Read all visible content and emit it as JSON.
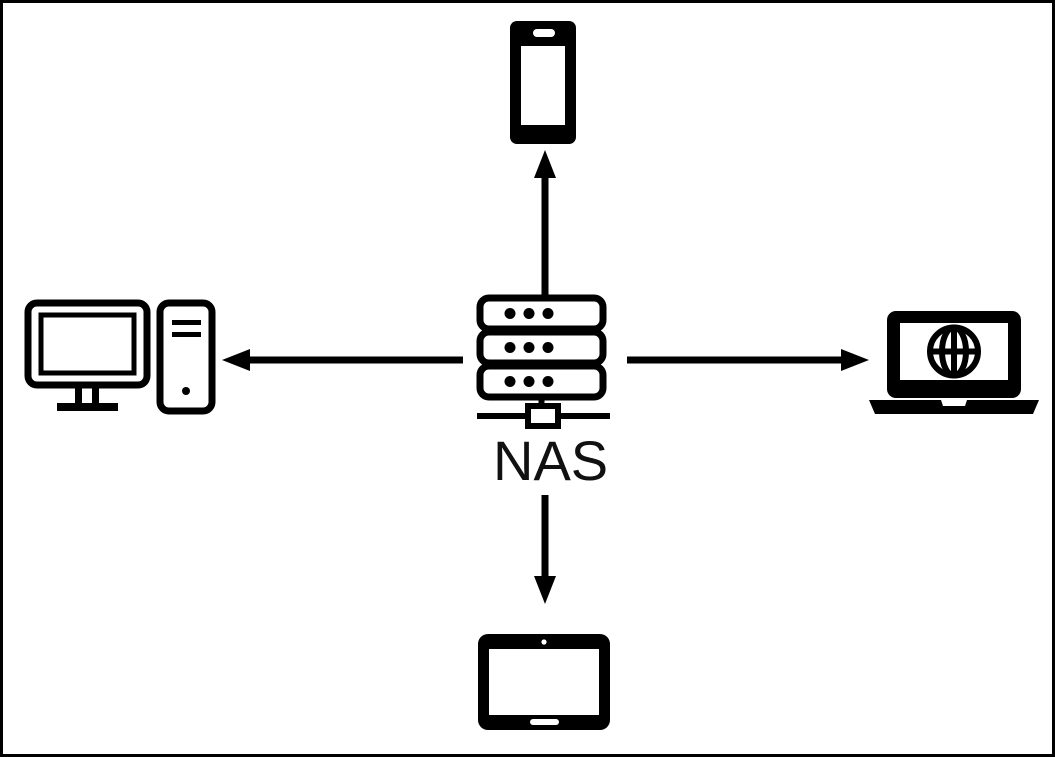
{
  "diagram": {
    "type": "network-topology",
    "title": "NAS",
    "background_color": "#ffffff",
    "stroke_color": "#000000",
    "border_color": "#000000",
    "center_node": {
      "id": "nas",
      "label": "NAS",
      "icon": "nas-server-icon",
      "description": "Three-bay rack server connected to a network bus"
    },
    "nodes": [
      {
        "id": "smartphone",
        "label": "",
        "icon": "smartphone-icon",
        "position": "top"
      },
      {
        "id": "desktop",
        "label": "",
        "icon": "desktop-computer-icon",
        "position": "left"
      },
      {
        "id": "laptop",
        "label": "",
        "icon": "laptop-globe-icon",
        "position": "right"
      },
      {
        "id": "tablet",
        "label": "",
        "icon": "tablet-icon",
        "position": "bottom"
      }
    ],
    "connections": [
      {
        "id": "nas-to-smartphone",
        "from": "nas",
        "to": "smartphone",
        "direction": "up",
        "arrowhead": "end"
      },
      {
        "id": "nas-to-desktop",
        "from": "nas",
        "to": "desktop",
        "direction": "left",
        "arrowhead": "end"
      },
      {
        "id": "nas-to-laptop",
        "from": "nas",
        "to": "laptop",
        "direction": "right",
        "arrowhead": "end"
      },
      {
        "id": "nas-to-tablet",
        "from": "nas",
        "to": "tablet",
        "direction": "down",
        "arrowhead": "end"
      }
    ]
  }
}
